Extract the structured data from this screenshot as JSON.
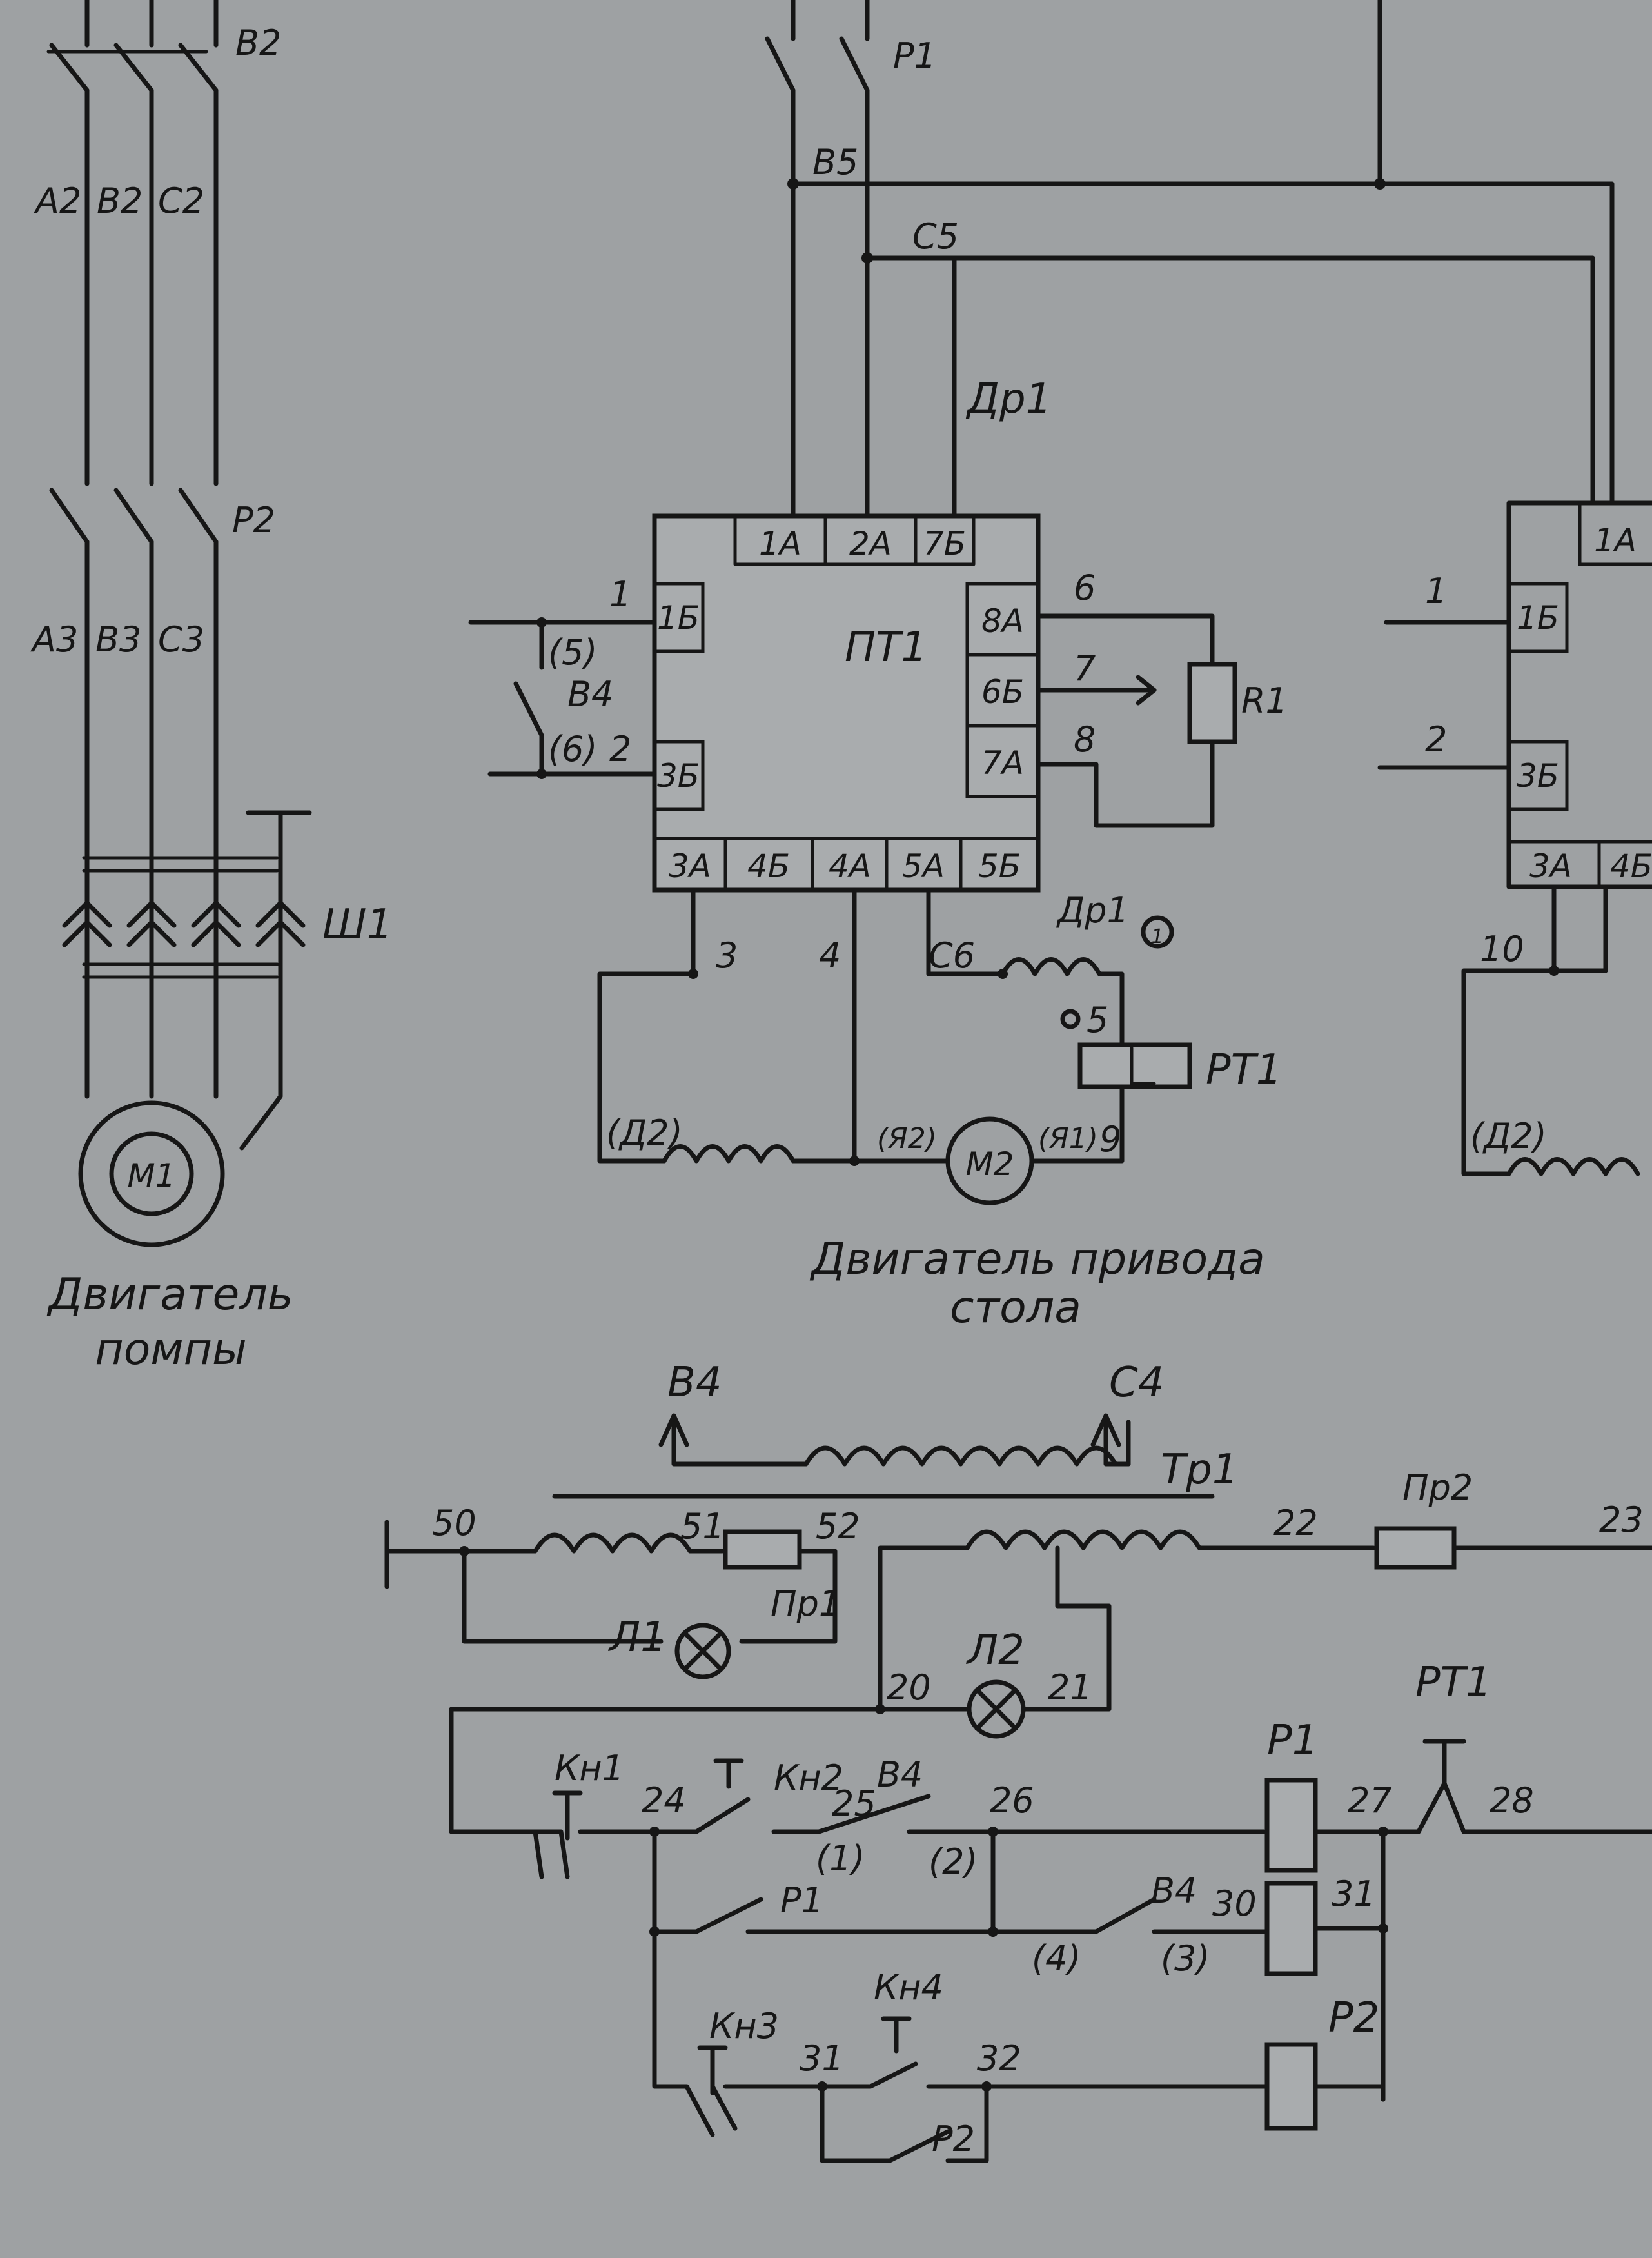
{
  "pump": {
    "breaker": "В2",
    "wires_top": [
      "А2",
      "В2",
      "С2"
    ],
    "contactor": "Р2",
    "wires_bottom": [
      "А3",
      "В3",
      "С3"
    ],
    "plug": "Ш1",
    "motor": "М1",
    "caption_line1": "Двигатель",
    "caption_line2": "помпы"
  },
  "table_drive": {
    "contactor": "Р1",
    "net_b": "В5",
    "net_c": "С5",
    "choke": "Др1",
    "unit": "ПТ1",
    "unit_pins_top": [
      "1А",
      "2А",
      "7Б"
    ],
    "unit_pins_left": [
      "1Б",
      "3Б"
    ],
    "unit_pins_right": [
      "8А",
      "6Б",
      "7А"
    ],
    "unit_pins_bottom": [
      "3А",
      "4Б",
      "4А",
      "5А",
      "5Б"
    ],
    "in_wire_1": "1",
    "in_wire_2": "2",
    "in_ref_1": "(5)",
    "in_ref_2": "(6)",
    "switch": "В4",
    "wire_6": "6",
    "wire_7": "7",
    "wire_8": "8",
    "resistor": "R1",
    "wire_3": "3",
    "wire_4": "4",
    "net_c6": "С6",
    "choke_bottom": "Др1",
    "mark_1": "1",
    "mark_5": "5",
    "relay": "РТ1",
    "field": "(Д2)",
    "arm_1": "(Я2)",
    "arm_2": "(Я1)",
    "wire_9": "9",
    "motor": "М2",
    "caption_line1": "Двигатель привода",
    "caption_line2": "стола"
  },
  "right_unit": {
    "pin_top": "1А",
    "pins_left": [
      "1Б",
      "3Б"
    ],
    "pins_bottom": [
      "3А",
      "4Б"
    ],
    "wire_1": "1",
    "wire_2": "2",
    "wire_10": "10",
    "field": "(Д2)"
  },
  "control": {
    "out_b": "В4",
    "out_c": "С4",
    "transformer": "Тр1",
    "node_50": "50",
    "node_51": "51",
    "node_52": "52",
    "fuse_1": "Пр1",
    "lamp_1": "Л1",
    "node_22": "22",
    "fuse_2": "Пр2",
    "node_23": "23",
    "lamp_2": "Л2",
    "node_20": "20",
    "node_21": "21",
    "button_1": "Кн1",
    "node_24": "24",
    "button_2": "Кн2",
    "node_25": "25",
    "switch_a": "В4",
    "ref_1": "(1)",
    "ref_2": "(2)",
    "node_26": "26",
    "coil_p1": "Р1",
    "node_27": "27",
    "thermal": "РТ1",
    "node_28": "28",
    "contact_p1": "Р1",
    "switch_b": "В4",
    "ref_4": "(4)",
    "ref_3": "(3)",
    "node_30": "30",
    "node_31b": "31",
    "button_3": "Кн3",
    "button_4": "Кн4",
    "node_31": "31",
    "node_32": "32",
    "coil_p2": "Р2",
    "contact_p2": "Р2"
  }
}
